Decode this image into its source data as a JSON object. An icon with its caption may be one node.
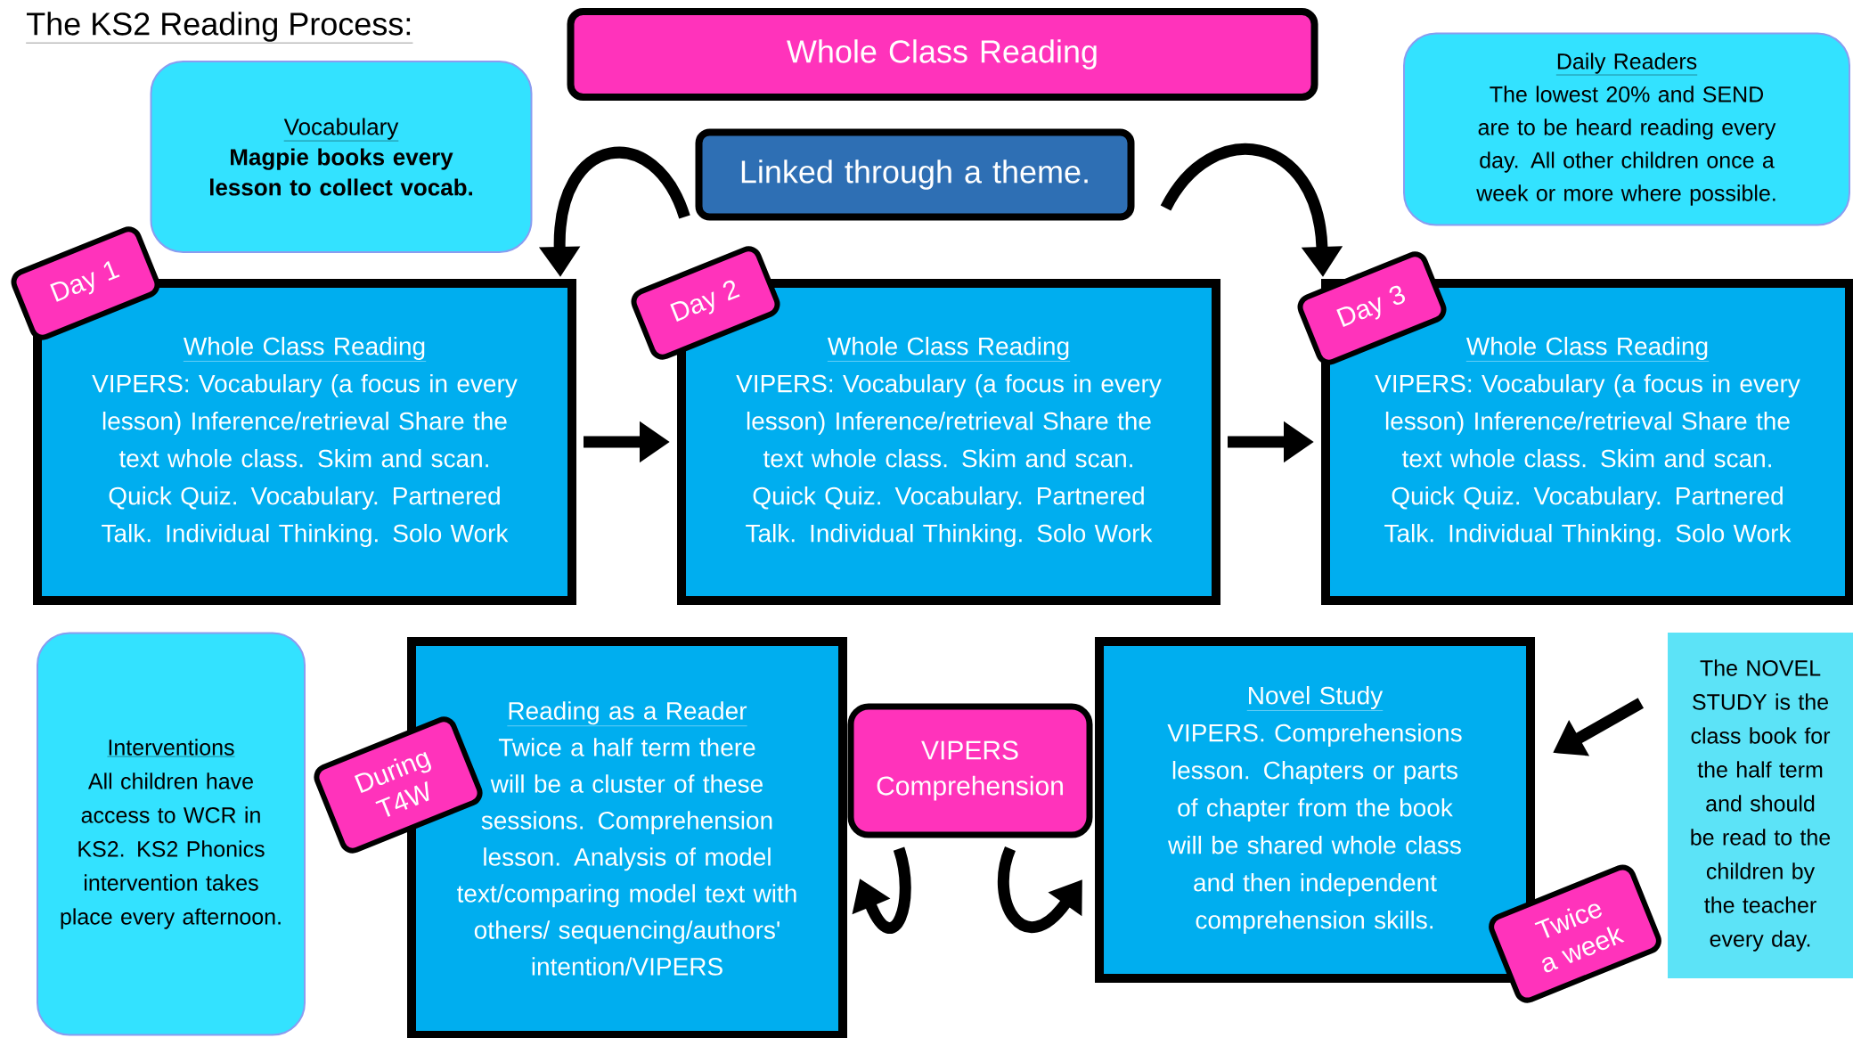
{
  "diagram": {
    "title": "The KS2 Reading Process:",
    "nodes": [
      {
        "text": [
          "Whole Class Reading"
        ]
      },
      {
        "text": [
          "Vocabulary",
          "Magpie books every lesson to collect vocab."
        ]
      },
      {
        "text": [
          "Linked through a theme."
        ]
      },
      {
        "text": [
          "Daily Readers",
          "The lowest 20% and SEND are to be heard reading every day.  All other children once a week or more where possible."
        ]
      },
      {
        "text": [
          "Whole Class Reading",
          "VIPERS: Vocabulary (a focus in every lesson) Inference/retrieval Share the text whole class.  Skim and scan.  Quick Quiz.  Vocabulary. Partnered Talk.  Individual Thinking. Solo Work"
        ]
      },
      {
        "text": [
          "Day 1"
        ]
      },
      {
        "text": [
          "Whole Class Reading",
          "VIPERS: Vocabulary (a focus in every lesson) Inference/retrieval Share the text whole class.  Skim and scan.  Quick Quiz.  Vocabulary. Partnered Talk.  Individual Thinking. Solo Work"
        ]
      },
      {
        "text": [
          "Day 2"
        ]
      },
      {
        "text": [
          "Whole Class Reading",
          "VIPERS: Vocabulary (a focus in every lesson) Inference/retrieval Share the text whole class.  Skim and scan.  Quick Quiz.  Vocabulary. Partnered Talk.  Individual Thinking. Solo Work"
        ]
      },
      {
        "text": [
          "Day 3"
        ]
      },
      {
        "text": [
          "Interventions",
          "All children have access to WCR in KS2. KS2 Phonics intervention takes place every afternoon."
        ]
      },
      {
        "text": [
          "Reading as a Reader",
          "Twice a half term there will be a cluster of these sessions. Comprehension lesson. Analysis of model text/comparing model text with others/ sequencing/authors' intention/VIPERS"
        ]
      },
      {
        "text": [
          "During T4W"
        ]
      },
      {
        "text": [
          "VIPERS Comprehension"
        ]
      },
      {
        "text": [
          "Novel Study",
          "VIPERS. Comprehensions lesson. Chapters or parts of chapter from the book will be shared whole class and then independent comprehension skills."
        ]
      },
      {
        "text": [
          "Twice a week"
        ]
      },
      {
        "text": [
          "The NOVEL STUDY is the class book for the half term and should be read to the children by the teacher every day."
        ]
      }
    ],
    "edges": [
      {
        "from": 2,
        "to": 4,
        "arrow": "to"
      },
      {
        "from": 2,
        "to": 8,
        "arrow": "to"
      },
      {
        "from": 4,
        "to": 6,
        "arrow": "to"
      },
      {
        "from": 6,
        "to": 8,
        "arrow": "to"
      },
      {
        "from": 13,
        "to": 11,
        "arrow": "to"
      },
      {
        "from": 13,
        "to": 14,
        "arrow": "to"
      },
      {
        "from": 16,
        "to": 14,
        "arrow": "to"
      }
    ]
  }
}
